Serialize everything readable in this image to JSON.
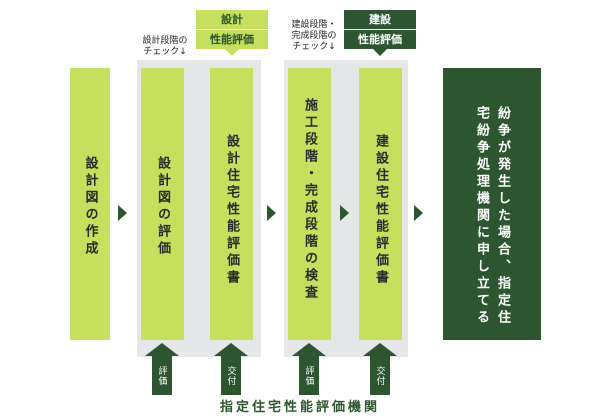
{
  "steps": {
    "design_drawing": "設計図の作成",
    "design_eval": "設計図の評価",
    "design_report": "設計住宅性能評価書",
    "construction_check": "施工段階・完成段階の検査",
    "construction_report": "建設住宅性能評価書",
    "dispute": "紛争が発生した場合、指定住宅紛争処理機関に申し立てる"
  },
  "notes": {
    "design_check": "設計段階の\nチェック↓",
    "construction_check": "建設段階・\n完成段階の\nチェック↓"
  },
  "tags": {
    "design": {
      "line1": "設計",
      "line2": "性能評価"
    },
    "construction": {
      "line1": "建設",
      "line2": "性能評価"
    }
  },
  "arrows": {
    "eval": "評価",
    "issue": "交付"
  },
  "footer": "指定住宅性能評価機関",
  "colors": {
    "light_green": "#c6df5d",
    "dark_green": "#2c5530",
    "panel_gray": "#e5e6e8"
  }
}
